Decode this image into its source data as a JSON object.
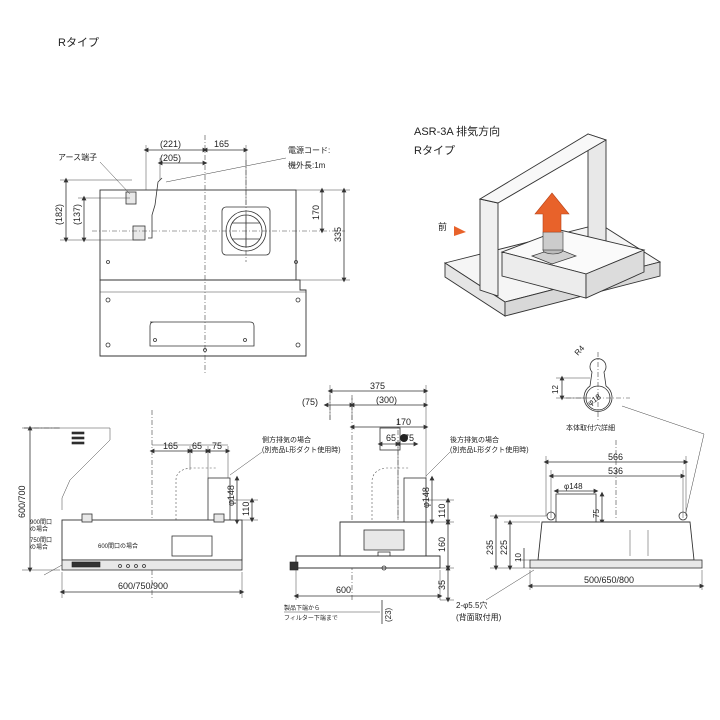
{
  "title": "Rタイプ",
  "isometric": {
    "title_line1": "ASR-3A 排気方向",
    "title_line2": "Rタイプ",
    "front_label": "前",
    "colors": {
      "arrow": "#e8622a",
      "wall": "#f2f2f2",
      "outline": "#333333"
    }
  },
  "top_view": {
    "dims": {
      "d221": "(221)",
      "d205": "(205)",
      "d165": "165",
      "d182": "(182)",
      "d137": "(137)",
      "d170": "170",
      "d335": "335"
    },
    "labels": {
      "earth": "アース端子",
      "cord1": "電源コード:",
      "cord2": "機外長:1m"
    }
  },
  "front_view": {
    "dims": {
      "height": "600/700",
      "d165": "165",
      "d65": "65",
      "d75": "75",
      "phi148": "φ148",
      "d110": "110",
      "width": "600/750/900"
    },
    "labels": {
      "side1": "側方排気の場合",
      "side2": "(別売品L形ダクト使用時)",
      "m900a": "900間口",
      "m900b": "の場合",
      "m750a": "750間口",
      "m750b": "の場合",
      "m600": "600間口の場合"
    }
  },
  "side_view": {
    "dims": {
      "d375": "375",
      "d75p": "(75)",
      "d300": "(300)",
      "d170": "170",
      "d65": "65",
      "d75": "75",
      "phi148": "φ148",
      "d110": "110",
      "d160": "160",
      "d35": "35",
      "d600": "600",
      "d23": "(23)"
    },
    "labels": {
      "rear1": "後方排気の場合",
      "rear2": "(別売品L形ダクト使用時)",
      "bottom1": "製品下端から",
      "bottom2": "フィルター下端まで"
    }
  },
  "mount_view": {
    "dims": {
      "r4": "R4",
      "d12": "12",
      "phi18": "φ18",
      "d566": "566",
      "d536": "536",
      "phi148": "φ148",
      "d75": "75",
      "d225": "225",
      "d235": "235",
      "d10": "10",
      "width": "500/650/800"
    },
    "labels": {
      "detail": "本体取付穴詳細",
      "holes1": "2-φ5.5穴",
      "holes2": "(背面取付用)"
    }
  }
}
